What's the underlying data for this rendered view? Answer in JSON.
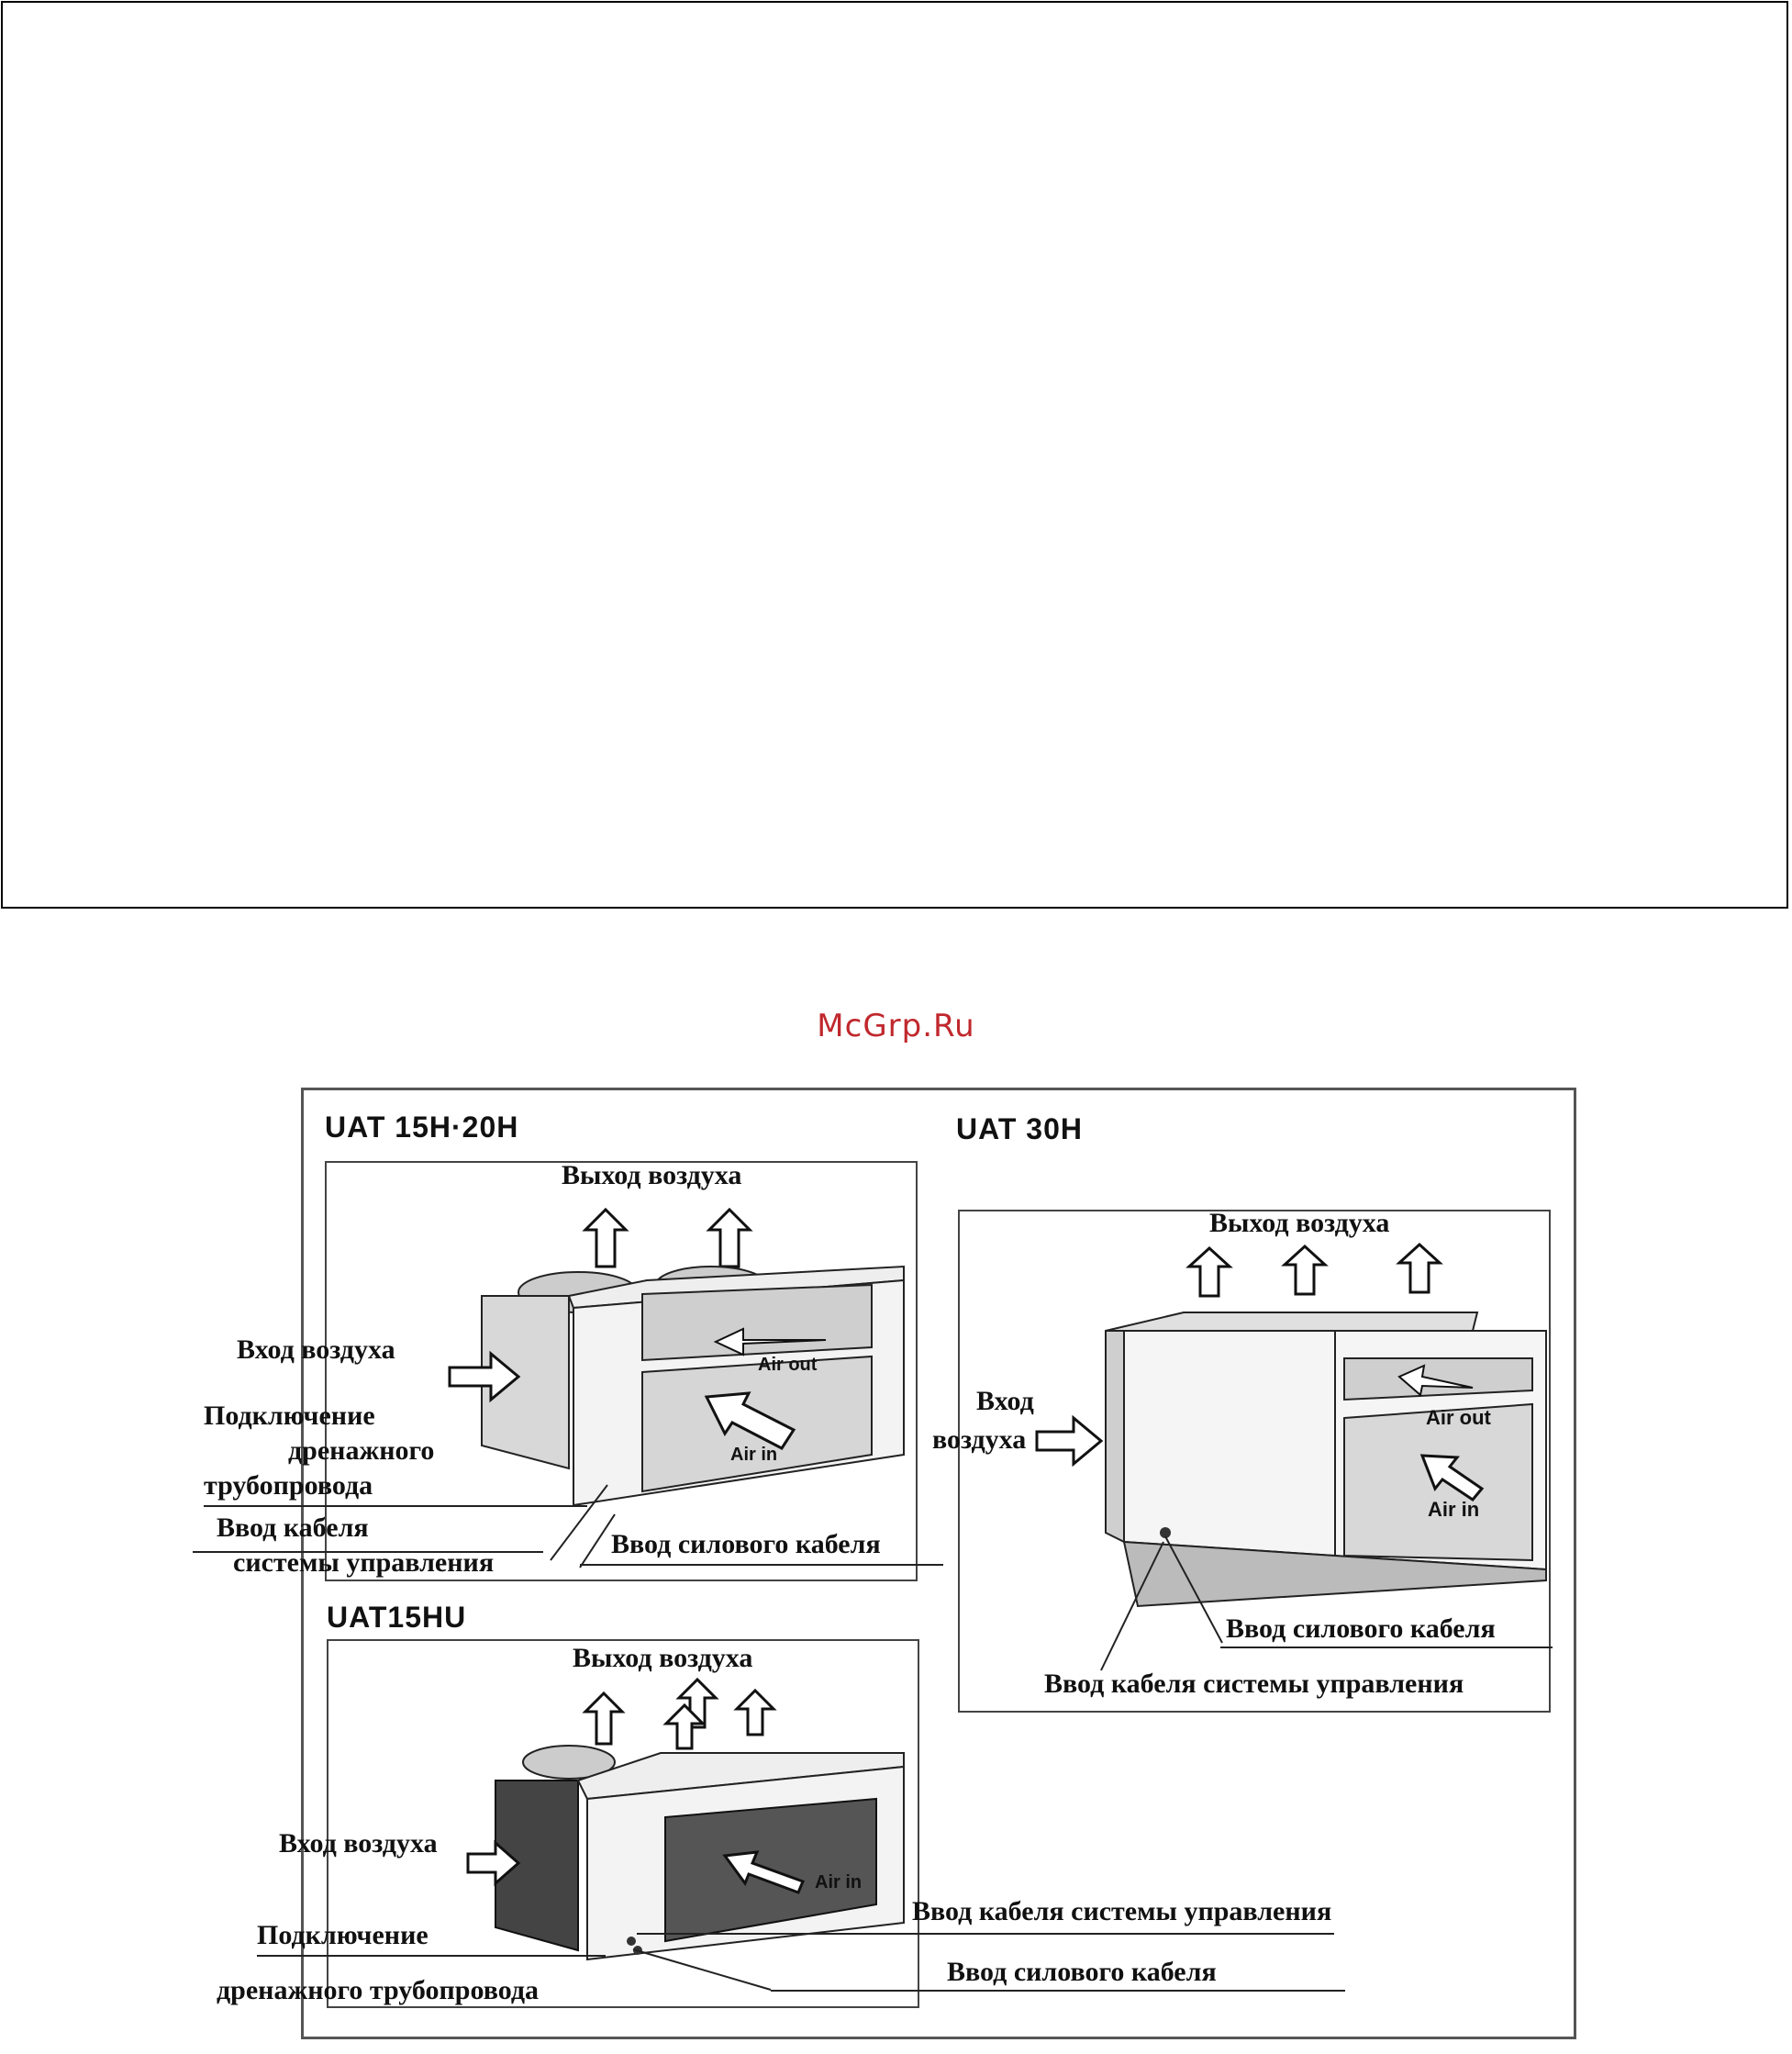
{
  "watermark": "McGrp.Ru",
  "units": {
    "uat15_20": {
      "model": "UAT 15H·20H",
      "air_out": "Выход воздуха",
      "air_in": "Вход воздуха",
      "drain_line1": "Подключение",
      "drain_line2": "дренажного",
      "drain_line3": "трубопровода",
      "ctrl_line1": "Ввод кабеля",
      "ctrl_line2": "системы управления",
      "power": "Ввод силового кабеля",
      "panel_air_out": "Air out",
      "panel_air_in": "Air in"
    },
    "uat30": {
      "model": "UAT 30H",
      "air_out": "Выход воздуха",
      "air_in_line1": "Вход",
      "air_in_line2": "воздуха",
      "power": "Ввод силового кабеля",
      "ctrl": "Ввод кабеля системы управления",
      "panel_air_out": "Air out",
      "panel_air_in": "Air in"
    },
    "uat15hu": {
      "model": "UAT15HU",
      "air_out": "Выход воздуха",
      "air_in": "Вход воздуха",
      "drain_line1": "Подключение",
      "drain_line2": "дренажного трубопровода",
      "ctrl": "Ввод кабеля системы управления",
      "power": "Ввод силового кабеля",
      "panel_air_in": "Air in"
    }
  }
}
